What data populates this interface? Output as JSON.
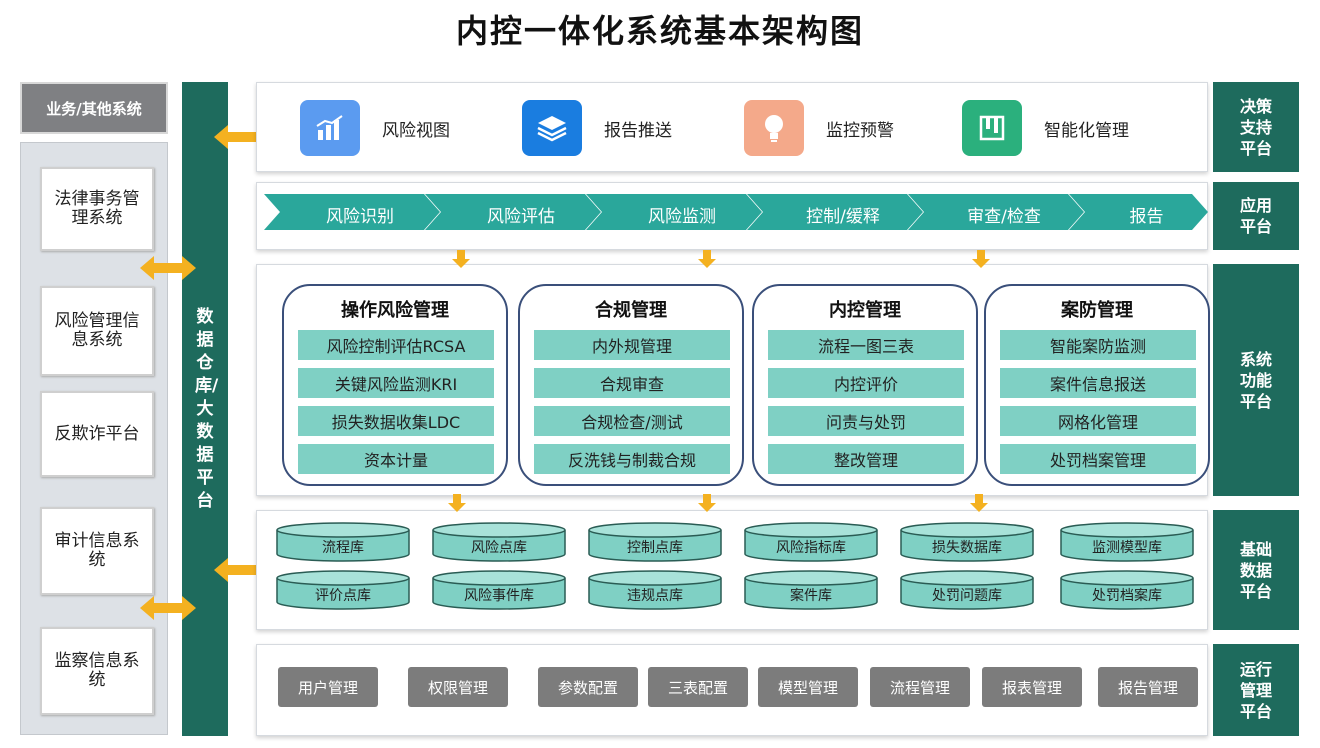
{
  "title": "内控一体化系统基本架构图",
  "left": {
    "header": "业务/其他系统",
    "items": [
      "法律事务管理系统",
      "风险管理信息系统",
      "反欺诈平台",
      "审计信息系统",
      "监察信息系统"
    ]
  },
  "data_warehouse": "数据仓库/大数据平台",
  "layers": {
    "decision": "决策支持平台",
    "application": "应用平台",
    "function": "系统功能平台",
    "data": "基础数据平台",
    "ops": "运行管理平台"
  },
  "tools": [
    {
      "label": "风险视图",
      "icon": "bar-chart-icon",
      "color": "#5b9bf0"
    },
    {
      "label": "报告推送",
      "icon": "layers-icon",
      "color": "#1a7de0"
    },
    {
      "label": "监控预警",
      "icon": "lightbulb-icon",
      "color": "#f4a98a"
    },
    {
      "label": "智能化管理",
      "icon": "board-icon",
      "color": "#2bb07d"
    }
  ],
  "process": [
    "风险识别",
    "风险评估",
    "风险监测",
    "控制/缓释",
    "审查/检查",
    "报告"
  ],
  "modules": [
    {
      "title": "操作风险管理",
      "items": [
        "风险控制评估RCSA",
        "关键风险监测KRI",
        "损失数据收集LDC",
        "资本计量"
      ]
    },
    {
      "title": "合规管理",
      "items": [
        "内外规管理",
        "合规审查",
        "合规检查/测试",
        "反洗钱与制裁合规"
      ]
    },
    {
      "title": "内控管理",
      "items": [
        "流程一图三表",
        "内控评价",
        "问责与处罚",
        "整改管理"
      ]
    },
    {
      "title": "案防管理",
      "items": [
        "智能案防监测",
        "案件信息报送",
        "网格化管理",
        "处罚档案管理"
      ]
    }
  ],
  "databases": {
    "row1": [
      "流程库",
      "风险点库",
      "控制点库",
      "风险指标库",
      "损失数据库",
      "监测模型库"
    ],
    "row2": [
      "评价点库",
      "风险事件库",
      "违规点库",
      "案件库",
      "处罚问题库",
      "处罚档案库"
    ]
  },
  "ops_buttons": [
    "用户管理",
    "权限管理",
    "参数配置",
    "三表配置",
    "模型管理",
    "流程管理",
    "报表管理",
    "报告管理"
  ],
  "colors": {
    "dark_green": "#1e6b5d",
    "teal": "#7fd0c4",
    "arrow": "#f4b120",
    "gray": "#7c7c7c"
  }
}
